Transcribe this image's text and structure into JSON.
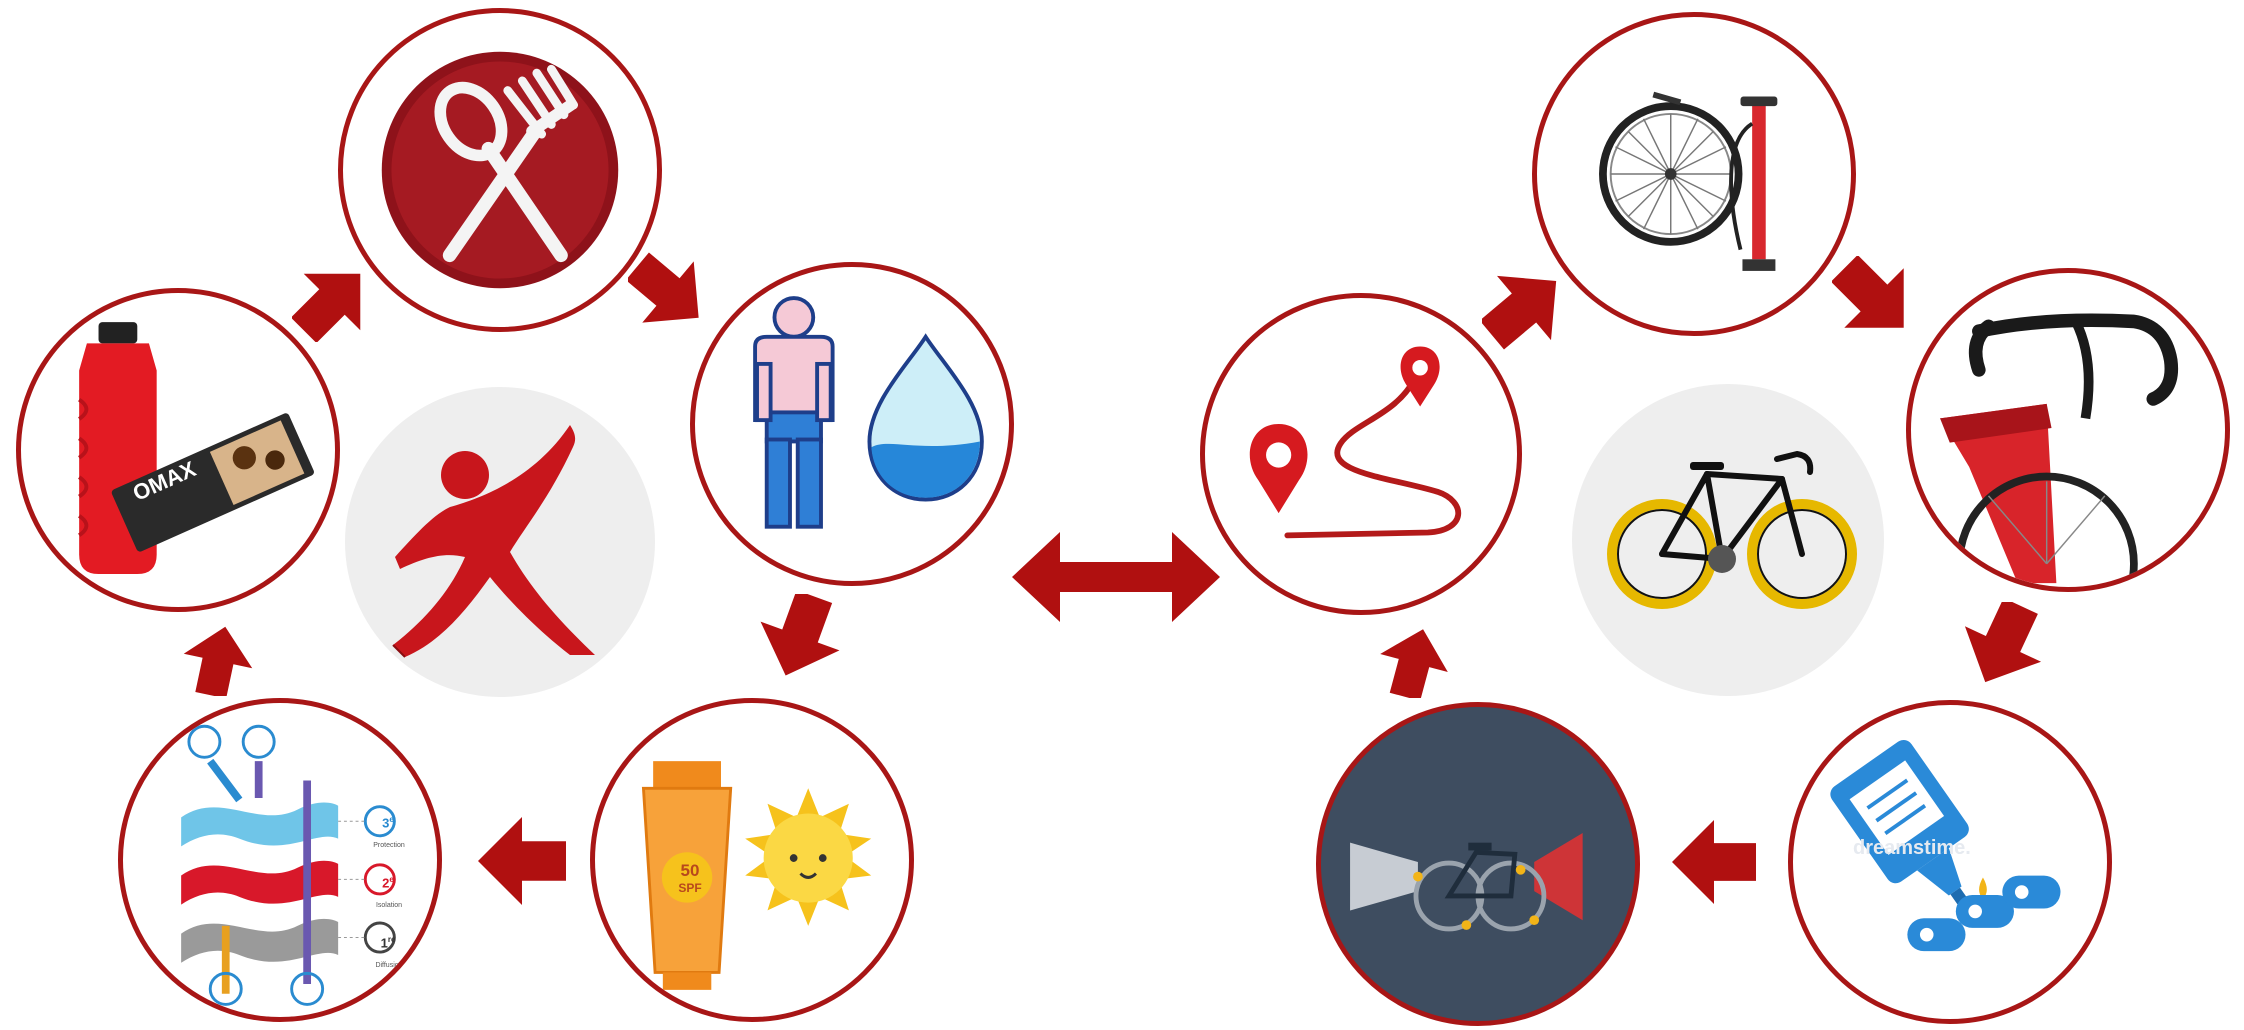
{
  "colors": {
    "ring": "#a81616",
    "arrow": "#b01010",
    "hub_bg": "#eeeeee",
    "lights_bg": "#3e4d60"
  },
  "left_cycle": {
    "hub_icon": "running-figure-icon",
    "items": [
      {
        "icon": "cutlery-icon"
      },
      {
        "icon": "hydration-icon"
      },
      {
        "icon": "sunscreen-icon",
        "badge_number": "50",
        "badge_unit": "SPF"
      },
      {
        "icon": "clothing-layers-icon",
        "layers": [
          {
            "number": "3",
            "suffix": "e",
            "caption": "Protection"
          },
          {
            "number": "2",
            "suffix": "e",
            "caption": "Isolation"
          },
          {
            "number": "1",
            "suffix": "re",
            "caption": "Diffusion"
          }
        ]
      },
      {
        "icon": "water-bottle-energy-bar-icon",
        "brand": "OMAX"
      }
    ]
  },
  "right_cycle": {
    "hub_icon": "road-bike-icon",
    "items": [
      {
        "icon": "route-map-icon"
      },
      {
        "icon": "wheel-and-pump-icon"
      },
      {
        "icon": "handlebar-brake-icon"
      },
      {
        "icon": "chain-lube-icon",
        "watermark": "dreamstime."
      },
      {
        "icon": "bike-lights-icon"
      }
    ]
  },
  "connector_icon": "double-arrow-icon"
}
